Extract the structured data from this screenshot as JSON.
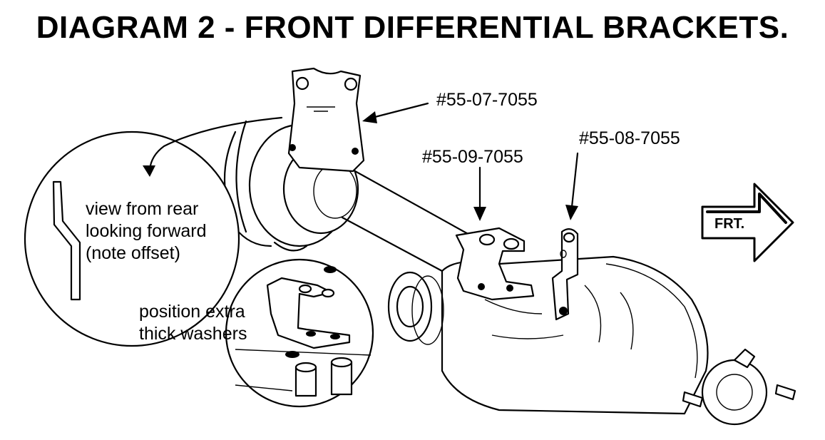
{
  "title": "DIAGRAM  2 - FRONT DIFFERENTIAL BRACKETS.",
  "parts": {
    "p1": "#55-07-7055",
    "p2": "#55-09-7055",
    "p3": "#55-08-7055"
  },
  "notes": {
    "rear_view": [
      "view from rear",
      "looking forward",
      "(note offset)"
    ],
    "washers": [
      "position extra",
      "thick washers"
    ]
  },
  "direction_arrow": "FRT."
}
